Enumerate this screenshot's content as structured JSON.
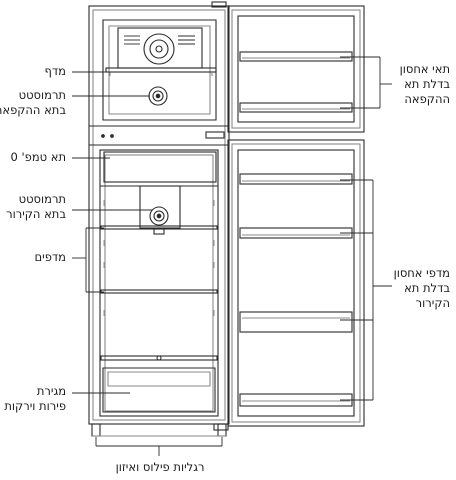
{
  "labels": {
    "shelf": "מדף",
    "freezer_thermostat": [
      "תרמוסטט",
      "בתא ההקפאה"
    ],
    "zero_compartment": "תא טמפ' 0",
    "fridge_thermostat": [
      "תרמוסטט",
      "בתא הקירור"
    ],
    "shelves": "מדפים",
    "crisper": [
      "מגירת",
      "פירות וירקות"
    ],
    "feet": "רגליות פילוס ואיזון",
    "freezer_door_shelves": [
      "תאי אחסון",
      "בדלת תא",
      "ההקפאה"
    ],
    "fridge_door_shelves": [
      "מדפי אחסון",
      "בדלת תא",
      "הקירור"
    ]
  },
  "colors": {
    "stroke": "#2b2b2b",
    "light_stroke": "#8a8a8a",
    "background": "#ffffff",
    "text": "#1a1a1a"
  }
}
